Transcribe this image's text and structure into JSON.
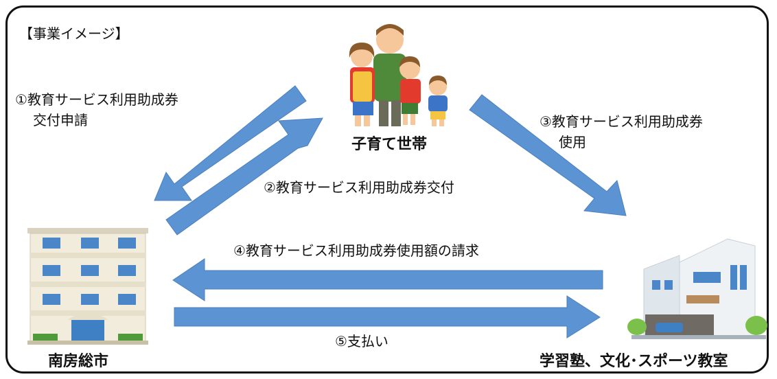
{
  "title": "【事業イメージ】",
  "nodes": {
    "family": "子育て世帯",
    "city": "南房総市",
    "school": "学習塾、文化･スポーツ教室"
  },
  "steps": {
    "s1_line1": "①教育サービス利用助成券",
    "s1_line2": "交付申請",
    "s2": "②教育サービス利用助成券交付",
    "s3_line1": "③教育サービス利用助成券",
    "s3_line2": "使用",
    "s4": "④教育サービス利用助成券使用額の請求",
    "s5": "⑤支払い"
  },
  "colors": {
    "arrow_fill": "#5b93d3",
    "arrow_stroke": "#4a7fbf",
    "frame": "#111111"
  },
  "icons": {
    "family": "family-illustration-icon",
    "city_hall": "building-icon",
    "school": "house-icon"
  }
}
